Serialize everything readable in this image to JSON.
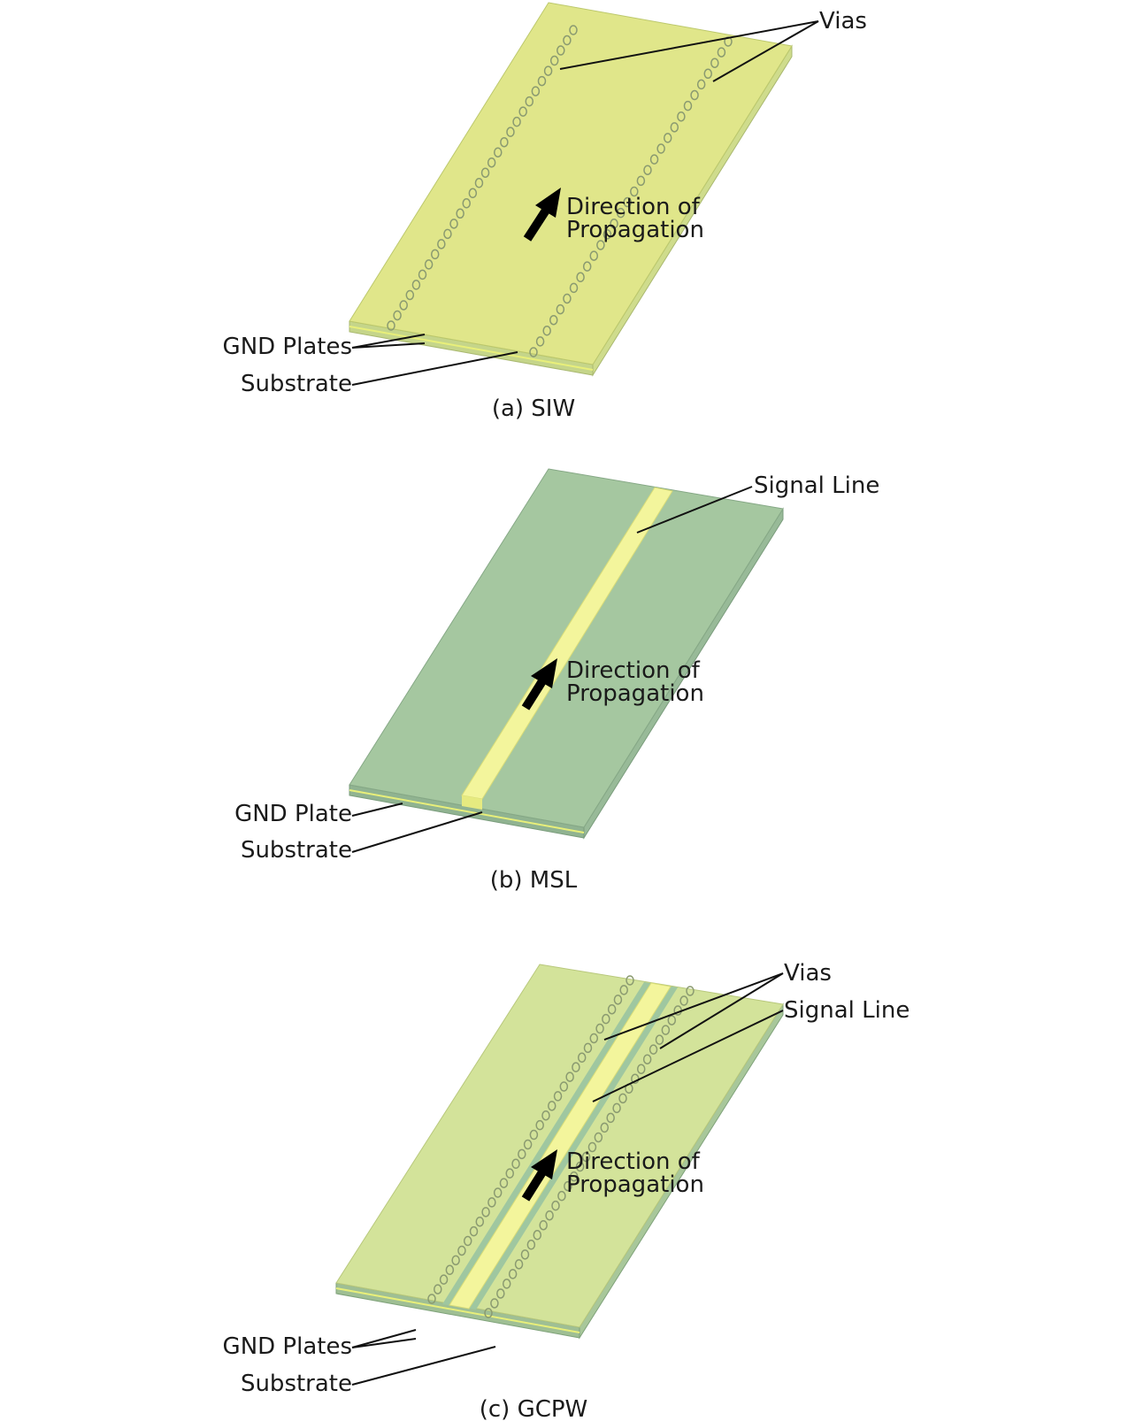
{
  "panels": [
    {
      "caption": "(a) SIW",
      "labels": {
        "vias": "Vias",
        "direction_line1": "Direction of",
        "direction_line2": "Propagation",
        "gnd": "GND Plates",
        "substrate": "Substrate"
      },
      "colors": {
        "top": "#e0e68a",
        "side": "#c5d58a",
        "edge": "#e8ef7a"
      }
    },
    {
      "caption": "(b) MSL",
      "labels": {
        "signal": "Signal Line",
        "direction_line1": "Direction of",
        "direction_line2": "Propagation",
        "gnd": "GND Plate",
        "substrate": "Substrate"
      },
      "colors": {
        "top": "#a5c7a0",
        "side": "#90b391",
        "strip": "#f3f59c"
      }
    },
    {
      "caption": "(c) GCPW",
      "labels": {
        "vias": "Vias",
        "signal": "Signal Line",
        "direction_line1": "Direction of",
        "direction_line2": "Propagation",
        "gnd": "GND Plates",
        "substrate": "Substrate"
      },
      "colors": {
        "top": "#d3e39a",
        "side": "#9fbf94",
        "strip": "#f3f59c",
        "gap": "#9fc7a0"
      }
    }
  ]
}
